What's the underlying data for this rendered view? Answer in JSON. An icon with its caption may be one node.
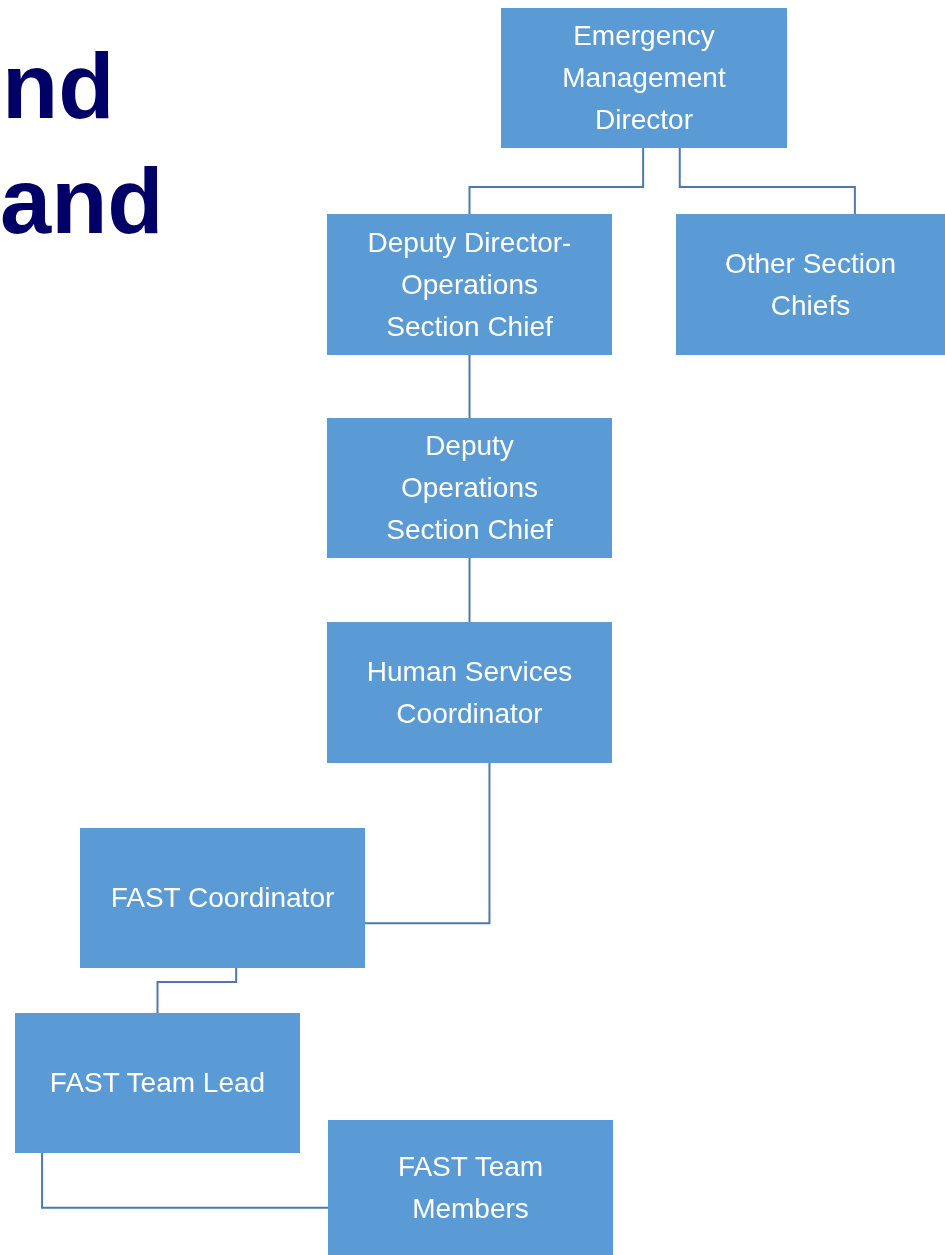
{
  "diagram": {
    "nodes": [
      {
        "text": [
          "Emergency Management Director"
        ]
      },
      {
        "text": [
          "Deputy Director-Operations Section Chief"
        ]
      },
      {
        "text": [
          "Other Section Chiefs"
        ]
      },
      {
        "text": [
          "Deputy Operations Section Chief"
        ]
      },
      {
        "text": [
          "Human Services Coordinator"
        ]
      },
      {
        "text": [
          "FAST Coordinator"
        ]
      },
      {
        "text": [
          "FAST Team Lead"
        ]
      },
      {
        "text": [
          "FAST Team Members"
        ]
      }
    ],
    "edges": [
      {
        "from": 0,
        "to": 1,
        "arrow": "none"
      },
      {
        "from": 0,
        "to": 2,
        "arrow": "none"
      },
      {
        "from": 1,
        "to": 3,
        "arrow": "none"
      },
      {
        "from": 3,
        "to": 4,
        "arrow": "none"
      },
      {
        "from": 4,
        "to": 5,
        "arrow": "none"
      },
      {
        "from": 5,
        "to": 6,
        "arrow": "none"
      },
      {
        "from": 6,
        "to": 7,
        "arrow": "none"
      }
    ],
    "labels": [
      "nd",
      "and"
    ]
  }
}
